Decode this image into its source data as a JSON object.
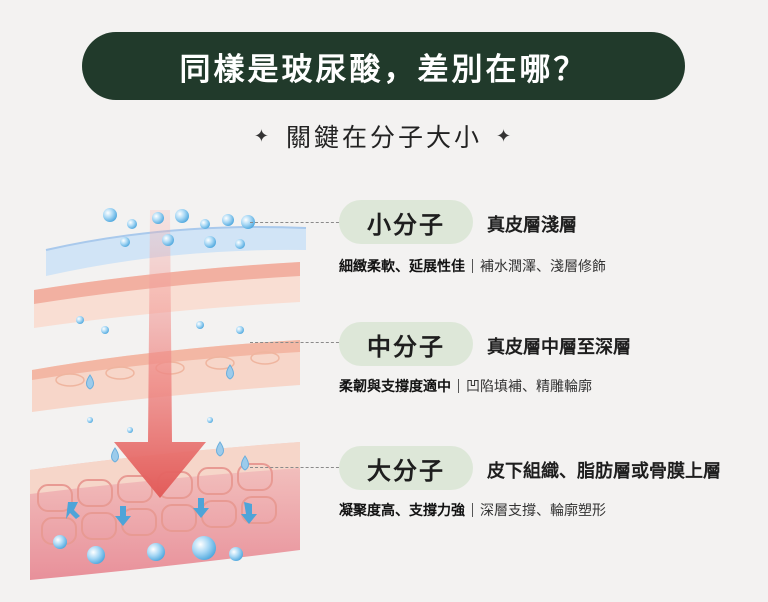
{
  "header": {
    "title": "同樣是玻尿酸，差別在哪？",
    "subtitle": "關鍵在分子大小",
    "spark_glyph": "✦"
  },
  "colors": {
    "title_bg": "#213a2b",
    "pill_bg": "#dde7d8",
    "page_bg": "#f3f2f1",
    "arrow": "#ea6d6b"
  },
  "tiers": [
    {
      "label": "小分子",
      "layer": "真皮層淺層",
      "feature": "細緻柔軟、延展性佳",
      "effect": "補水潤澤、淺層修飾"
    },
    {
      "label": "中分子",
      "layer": "真皮層中層至深層",
      "feature": "柔韌與支撐度適中",
      "effect": "凹陷填補、精雕輪廓"
    },
    {
      "label": "大分子",
      "layer": "皮下組織、脂肪層或骨膜上層",
      "feature": "凝聚度高、支撐力強",
      "effect": "深層支撐、輪廓塑形"
    }
  ]
}
